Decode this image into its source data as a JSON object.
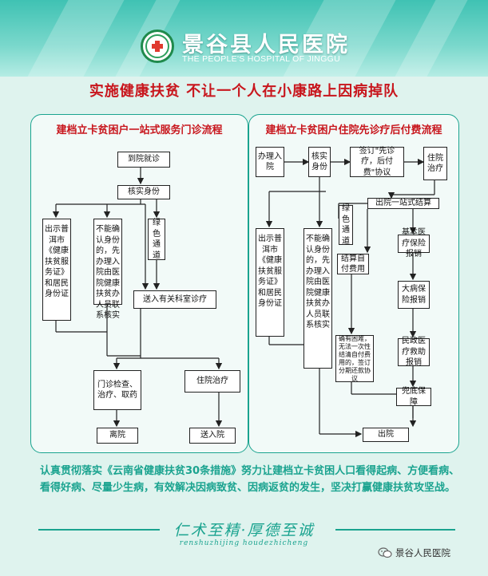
{
  "header": {
    "hospital_name": "景谷县人民医院",
    "hospital_name_en": "THE PEOPLE'S HOSPITAL OF JINGGU"
  },
  "slogan": "实施健康扶贫 不让一个人在小康路上因病掉队",
  "left_flow": {
    "title": "建档立卡贫困户一站式服务门诊流程",
    "n_arrive": "到院就诊",
    "n_verify": "核实身份",
    "n_show": "出示普洱市《健康扶贫服务证》和居民身份证",
    "n_unable": "不能确认身份的，先办理入院由医院健康扶贫办人员联系核实",
    "n_green": "绿色通道",
    "n_send": "送入有关科室诊疗",
    "n_outpatient": "门诊检查、治疗、取药",
    "n_inpatient": "住院治疗",
    "n_leave": "离院",
    "n_admit": "送入院"
  },
  "right_flow": {
    "title": "建档立卡贫困户住院先诊疗后付费流程",
    "n_admit": "办理入院",
    "n_verify": "核实身份",
    "n_sign": "签订\"先诊疗，后付费\"协议",
    "n_treat": "住院治疗",
    "n_discharge": "出院一站式结算",
    "n_show": "出示普洱市《健康扶贫服务证》和居民身份证",
    "n_unable": "不能确认身份的，先办理入院由医院健康扶贫办人员联系核实",
    "n_green": "绿色通道",
    "n_settle": "结算自付费用",
    "n_hardship": "确有困难，无法一次性结清自付费用的，签订分期还款协议",
    "n_basic": "基本医疗保险报销",
    "n_major": "大病保险报销",
    "n_civil": "民政医疗救助报销",
    "n_safety": "兜底保障",
    "n_out": "出院"
  },
  "footer": {
    "paragraph": "认真贯彻落实《云南省健康扶贫30条措施》努力让建档立卡贫困人口看得起病、方便看病、看得好病、尽量少生病，有效解决因病致贫、因病返贫的发生，坚决打赢健康扶贫攻坚战。",
    "motto": "仁术至精·厚德至诚",
    "motto_pinyin": "renshuzhijing houdezhicheng",
    "wechat": "景谷人民医院"
  },
  "colors": {
    "header_teal": "#3fc2b3",
    "accent_teal": "#1aa38f",
    "slogan_red": "#c8161d",
    "background": "#dff3ee"
  },
  "icons": [
    "hospital-logo-icon",
    "wechat-icon"
  ]
}
